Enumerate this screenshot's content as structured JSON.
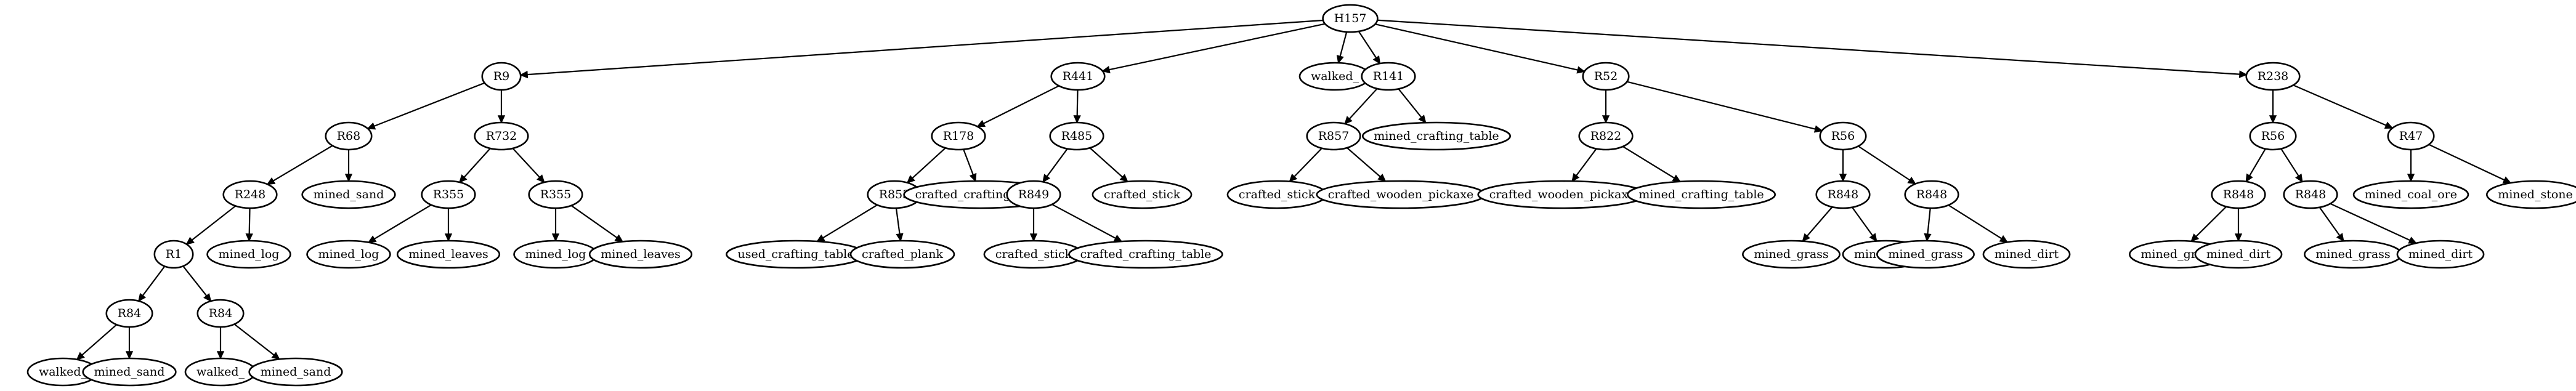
{
  "diagram": {
    "type": "tree",
    "root": {
      "label": "H157",
      "children": [
        {
          "label": "R9",
          "children": [
            {
              "label": "R68",
              "children": [
                {
                  "label": "R248",
                  "children": [
                    {
                      "label": "R1",
                      "children": [
                        {
                          "label": "R84",
                          "children": [
                            {
                              "label": "walked_"
                            },
                            {
                              "label": "mined_sand"
                            }
                          ]
                        },
                        {
                          "label": "R84",
                          "children": [
                            {
                              "label": "walked_"
                            },
                            {
                              "label": "mined_sand"
                            }
                          ]
                        }
                      ]
                    },
                    {
                      "label": "mined_log"
                    }
                  ]
                },
                {
                  "label": "mined_sand"
                }
              ]
            },
            {
              "label": "R732",
              "children": [
                {
                  "label": "R355",
                  "children": [
                    {
                      "label": "mined_log"
                    },
                    {
                      "label": "mined_leaves"
                    }
                  ]
                },
                {
                  "label": "R355",
                  "children": [
                    {
                      "label": "mined_log"
                    },
                    {
                      "label": "mined_leaves"
                    }
                  ]
                }
              ]
            }
          ]
        },
        {
          "label": "R441",
          "children": [
            {
              "label": "R178",
              "children": [
                {
                  "label": "R853",
                  "children": [
                    {
                      "label": "used_crafting_table"
                    },
                    {
                      "label": "crafted_plank"
                    }
                  ]
                },
                {
                  "label": "crafted_crafting_table"
                }
              ]
            },
            {
              "label": "R485",
              "children": [
                {
                  "label": "R849",
                  "children": [
                    {
                      "label": "crafted_stick"
                    },
                    {
                      "label": "crafted_crafting_table"
                    }
                  ]
                },
                {
                  "label": "crafted_stick"
                }
              ]
            }
          ]
        },
        {
          "label": "walked_"
        },
        {
          "label": "R141",
          "children": [
            {
              "label": "R857",
              "children": [
                {
                  "label": "crafted_stick"
                },
                {
                  "label": "crafted_wooden_pickaxe"
                }
              ]
            },
            {
              "label": "mined_crafting_table"
            }
          ]
        },
        {
          "label": "R52",
          "children": [
            {
              "label": "R822",
              "children": [
                {
                  "label": "crafted_wooden_pickaxe"
                },
                {
                  "label": "mined_crafting_table"
                }
              ]
            },
            {
              "label": "R56",
              "children": [
                {
                  "label": "R848",
                  "children": [
                    {
                      "label": "mined_grass"
                    },
                    {
                      "label": "mined_dirt"
                    }
                  ]
                },
                {
                  "label": "R848",
                  "children": [
                    {
                      "label": "mined_grass"
                    },
                    {
                      "label": "mined_dirt"
                    }
                  ]
                }
              ]
            }
          ]
        },
        {
          "label": "R238",
          "children": [
            {
              "label": "R56",
              "children": [
                {
                  "label": "R848",
                  "children": [
                    {
                      "label": "mined_grass"
                    },
                    {
                      "label": "mined_dirt"
                    }
                  ]
                },
                {
                  "label": "R848",
                  "children": [
                    {
                      "label": "mined_grass"
                    },
                    {
                      "label": "mined_dirt"
                    }
                  ]
                }
              ]
            },
            {
              "label": "R47",
              "children": [
                {
                  "label": "mined_coal_ore"
                },
                {
                  "label": "mined_stone"
                }
              ]
            }
          ]
        }
      ]
    }
  }
}
